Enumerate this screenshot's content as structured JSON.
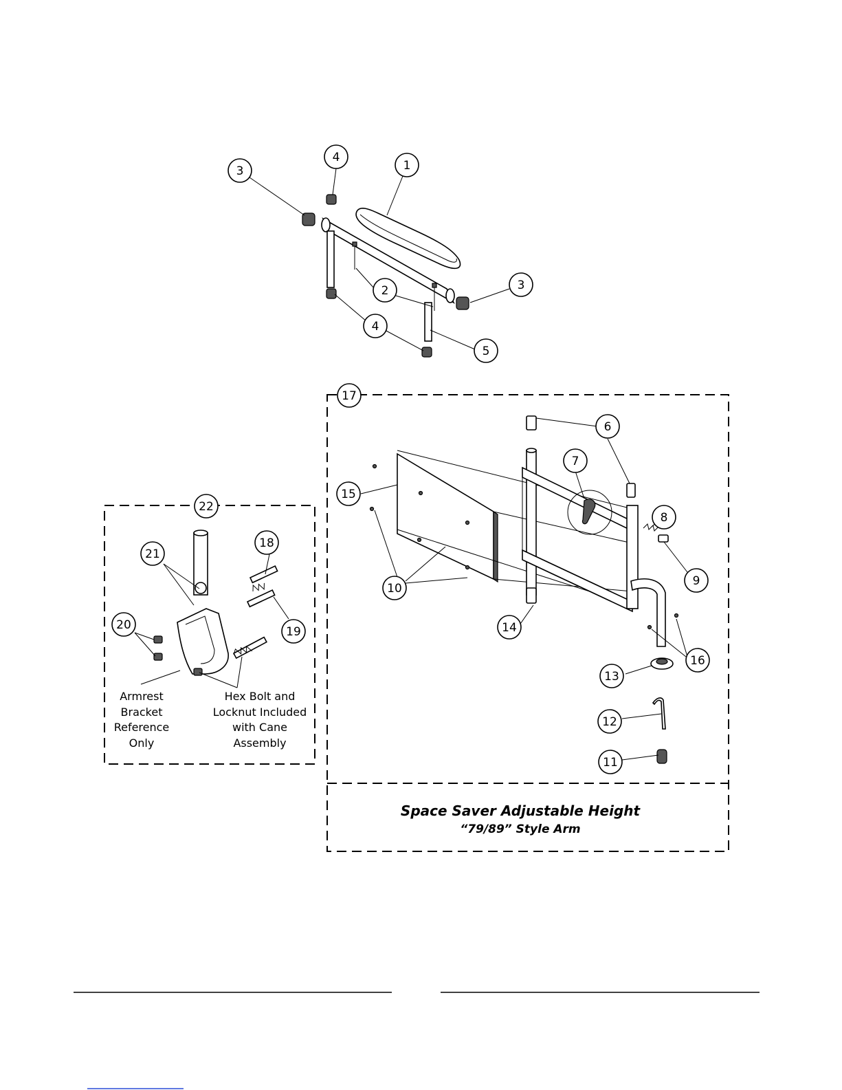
{
  "callouts": [
    "1",
    "2",
    "3",
    "4",
    "5",
    "6",
    "7",
    "8",
    "9",
    "10",
    "11",
    "12",
    "13",
    "14",
    "15",
    "16",
    "17",
    "18",
    "19",
    "20",
    "21",
    "22"
  ],
  "bracket_note": {
    "lines": [
      "Armrest",
      "Bracket",
      "Reference",
      "Only"
    ]
  },
  "hardware_note": {
    "lines": [
      "Hex Bolt and",
      "Locknut Included",
      "with Cane",
      "Assembly"
    ]
  },
  "assembly_title": {
    "line1": "Space Saver Adjustable Height",
    "line2": "“79/89” Style Arm"
  },
  "colors": {
    "line": "#000000",
    "page": "#ffffff",
    "link": "#2a4bd7"
  }
}
